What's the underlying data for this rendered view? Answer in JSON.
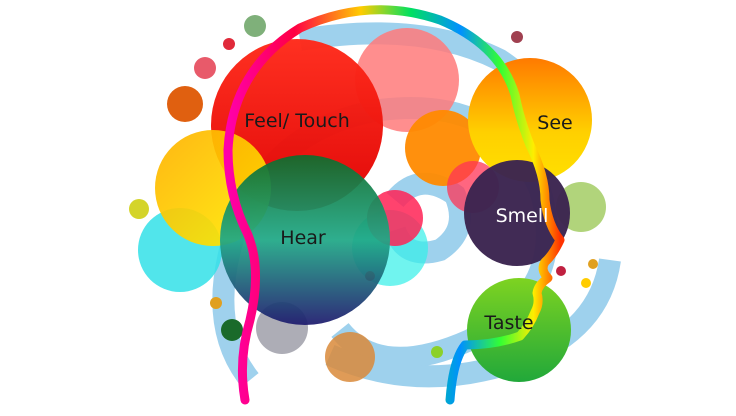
{
  "labels": {
    "feel_touch": "Feel/ Touch",
    "hear": "Hear",
    "see": "See",
    "smell": "Smell",
    "taste": "Taste"
  },
  "colors": {
    "feel_touch": "#ff1a1a",
    "hear": "#1f9a7a",
    "see": "#ff9a00",
    "smell": "#3b2450",
    "taste": "#2fbf3a",
    "spiral": "#8ec9ea",
    "head_outline": "rainbow"
  }
}
